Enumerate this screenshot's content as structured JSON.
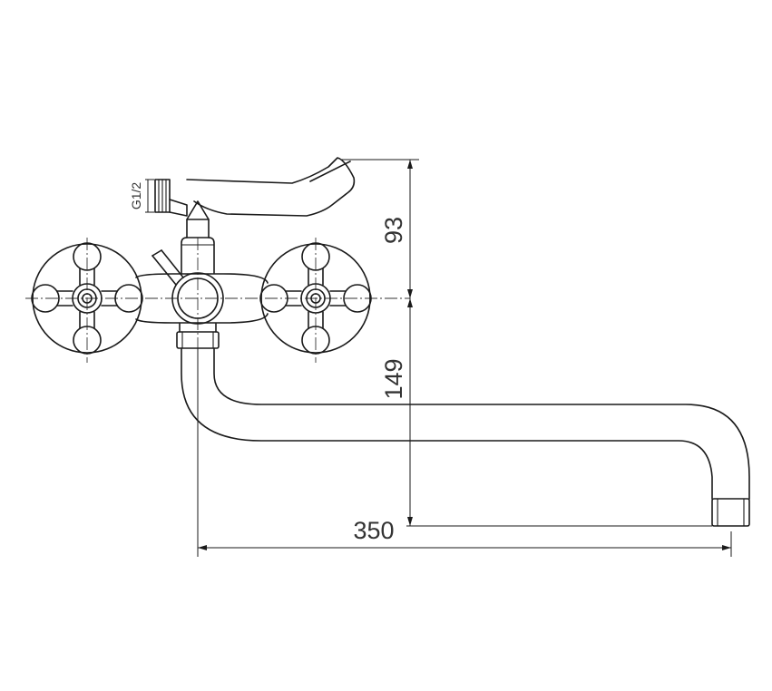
{
  "dimensions": {
    "length": "350",
    "height_upper": "93",
    "height_lower": "149",
    "thread": "G1/2"
  }
}
